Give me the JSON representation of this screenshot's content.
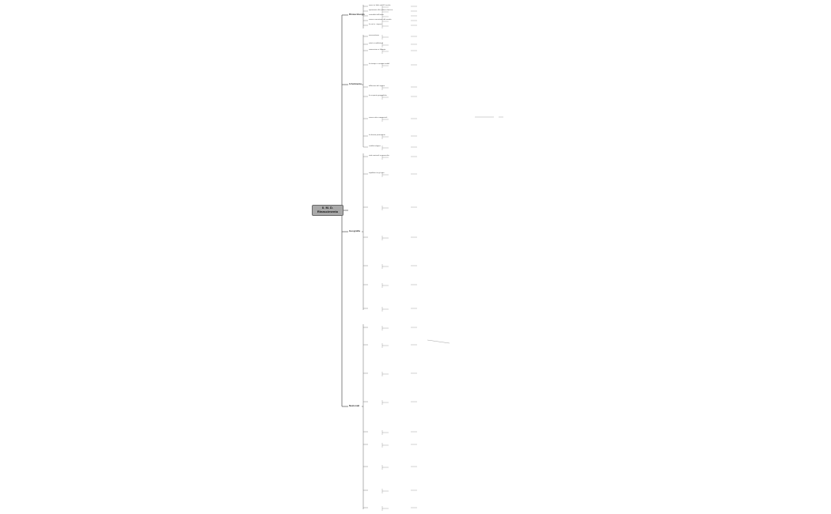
{
  "root": {
    "line1": "Il. M. D.",
    "line2": "Rinascimento"
  },
  "branches": [
    {
      "label": "Rinascimento"
    },
    {
      "label": "Il Ambiente"
    },
    {
      "label": "Geografia"
    },
    {
      "label": "Nazionali"
    }
  ],
  "leaves": [
    "nasce in Italia nel XV secolo",
    "ispirazione alla cultura classica",
    "centralità dell'uomo",
    "nuova concezione del mondo",
    "le corti e i signori",
    "mecenatismo",
    "artisti e intellettuali",
    "umanesimo e filologia",
    "la stampa a caratteri mobili",
    "diffusione del sapere",
    "le scoperte geografiche",
    "nuove rotte commerciali",
    "la riforma protestante",
    "conflitti religiosi",
    "stati nazionali e monarchie",
    "equilibrio tra gli stati"
  ]
}
